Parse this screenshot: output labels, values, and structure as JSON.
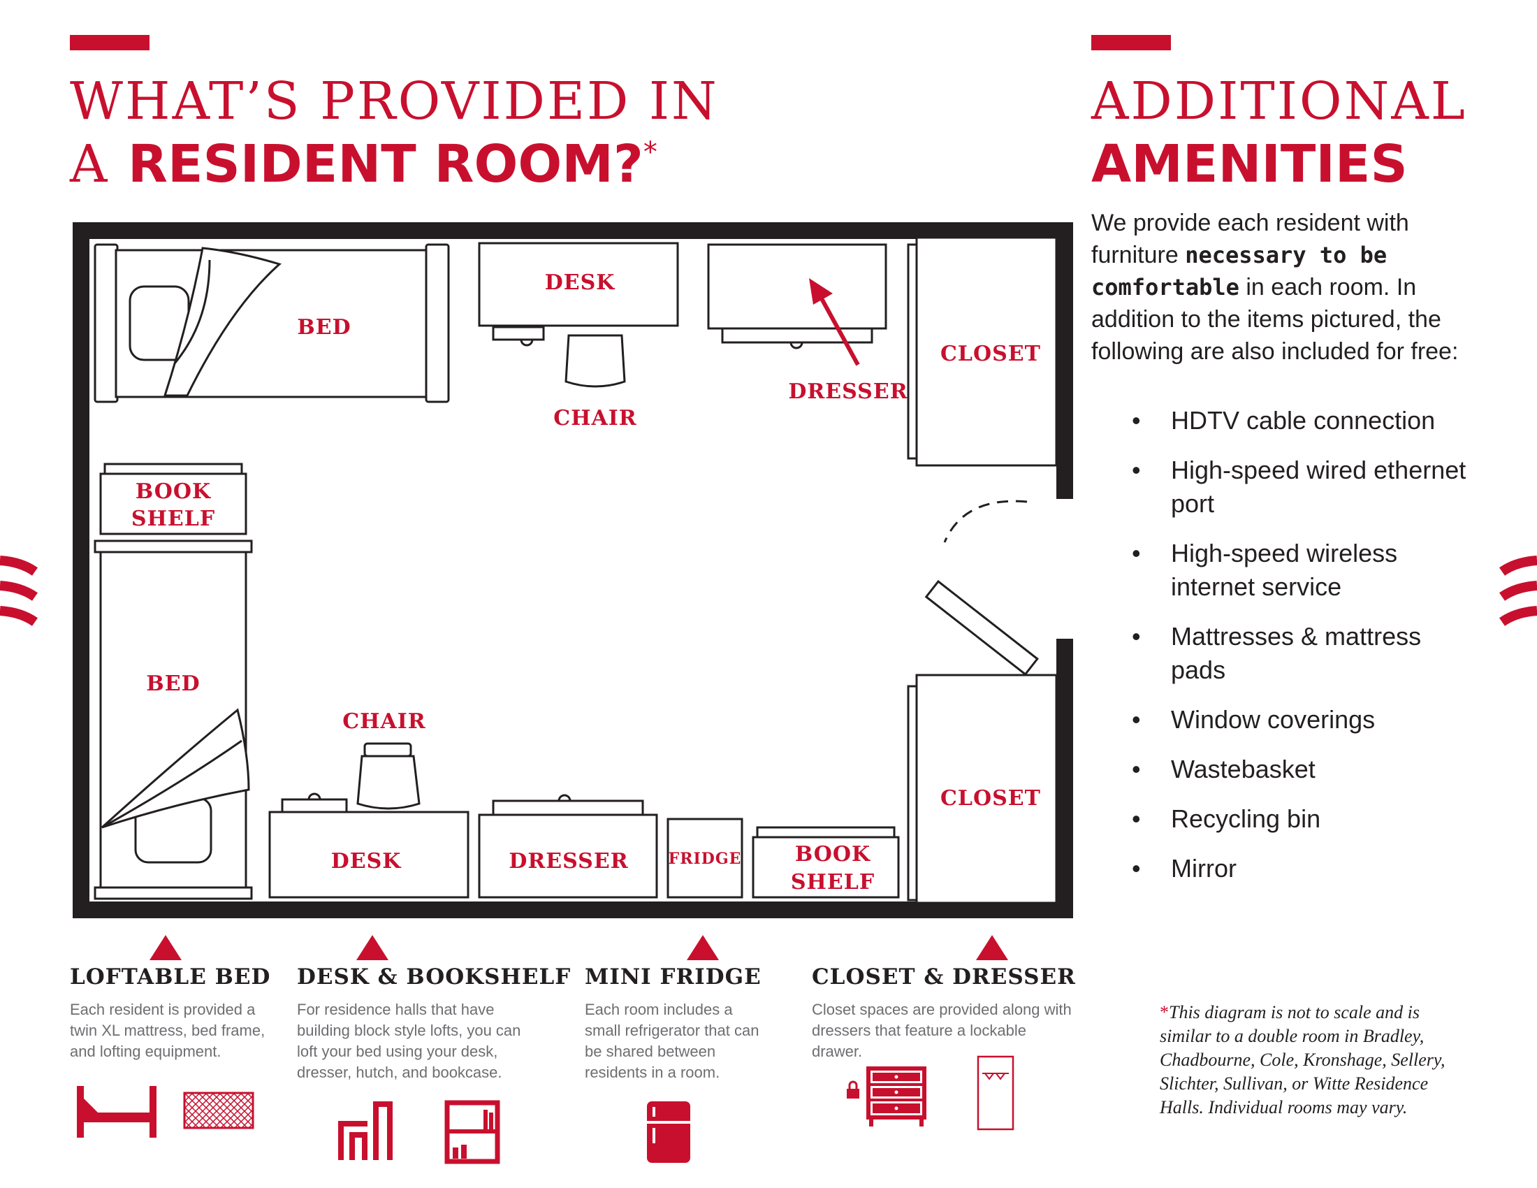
{
  "left_heading": {
    "line1": "WHAT’S PROVIDED IN",
    "line2_light": "A",
    "line2_bold": "RESIDENT ROOM?",
    "asterisk": "*"
  },
  "right_heading": {
    "line1": "ADDITIONAL",
    "line2": "AMENITIES"
  },
  "intro": {
    "part1": "We provide each resident with furniture",
    "bold": "necessary to be comfortable",
    "part2": "in each room. In addition to the items pictured, the following are also included for free:"
  },
  "amenities": [
    "HDTV cable connection",
    "High-speed wired ethernet port",
    "High-speed wireless internet service",
    "Mattresses & mattress pads",
    "Window coverings",
    "Wastebasket",
    "Recycling bin",
    "Mirror"
  ],
  "bullet": "•",
  "floor_plan": {
    "bed_top": "BED",
    "desk_top": "DESK",
    "chair_top": "CHAIR",
    "dresser_top": "DRESSER",
    "closet_top": "CLOSET",
    "bookshelf_left_1": "BOOK",
    "bookshelf_left_2": "SHELF",
    "bed_left": "BED",
    "chair_bottom": "CHAIR",
    "desk_bottom": "DESK",
    "dresser_bottom": "DRESSER",
    "fridge": "FRIDGE",
    "bookshelf_bottom_1": "BOOK",
    "bookshelf_bottom_2": "SHELF",
    "closet_bottom": "CLOSET"
  },
  "features": [
    {
      "title": "LOFTABLE BED",
      "text": "Each resident is provided a twin XL mattress, bed frame, and lofting equipment."
    },
    {
      "title": "DESK & BOOKSHELF",
      "text": "For residence halls that have building block style lofts, you can loft your bed using your desk, dresser, hutch, and bookcase."
    },
    {
      "title": "MINI FRIDGE",
      "text": "Each room includes a small refrigerator that can be shared between residents in a room."
    },
    {
      "title": "CLOSET & DRESSER",
      "text": "Closet spaces are provided along with dressers that feature a lockable drawer."
    }
  ],
  "footnote": {
    "star": "*",
    "text": "This diagram is not to scale and is similar to a double room in Bradley, Chadbourne, Cole, Kronshage, Sellery, Slichter, Sullivan, or Witte Residence Halls. Individual rooms may vary."
  },
  "colors": {
    "brand_red": "#c8102e",
    "text_dark": "#231f20",
    "text_gray": "#6d6e71"
  }
}
